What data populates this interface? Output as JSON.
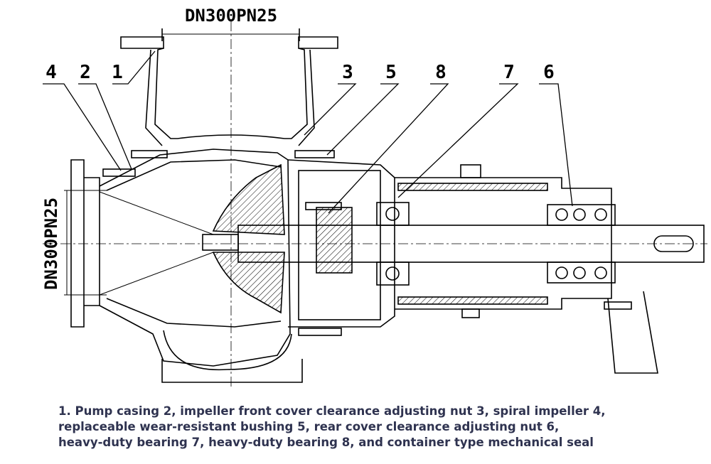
{
  "drawing": {
    "dimension_top": "DN300PN25",
    "dimension_left": "DN300PN25",
    "callouts": [
      "4",
      "2",
      "1",
      "3",
      "5",
      "8",
      "7",
      "6"
    ]
  },
  "caption": "1. Pump casing 2, impeller front cover clearance adjusting nut 3, spiral impeller 4,\nreplaceable wear-resistant bushing 5, rear cover clearance adjusting nut 6,\nheavy-duty bearing 7, heavy-duty bearing 8, and container type mechanical seal"
}
